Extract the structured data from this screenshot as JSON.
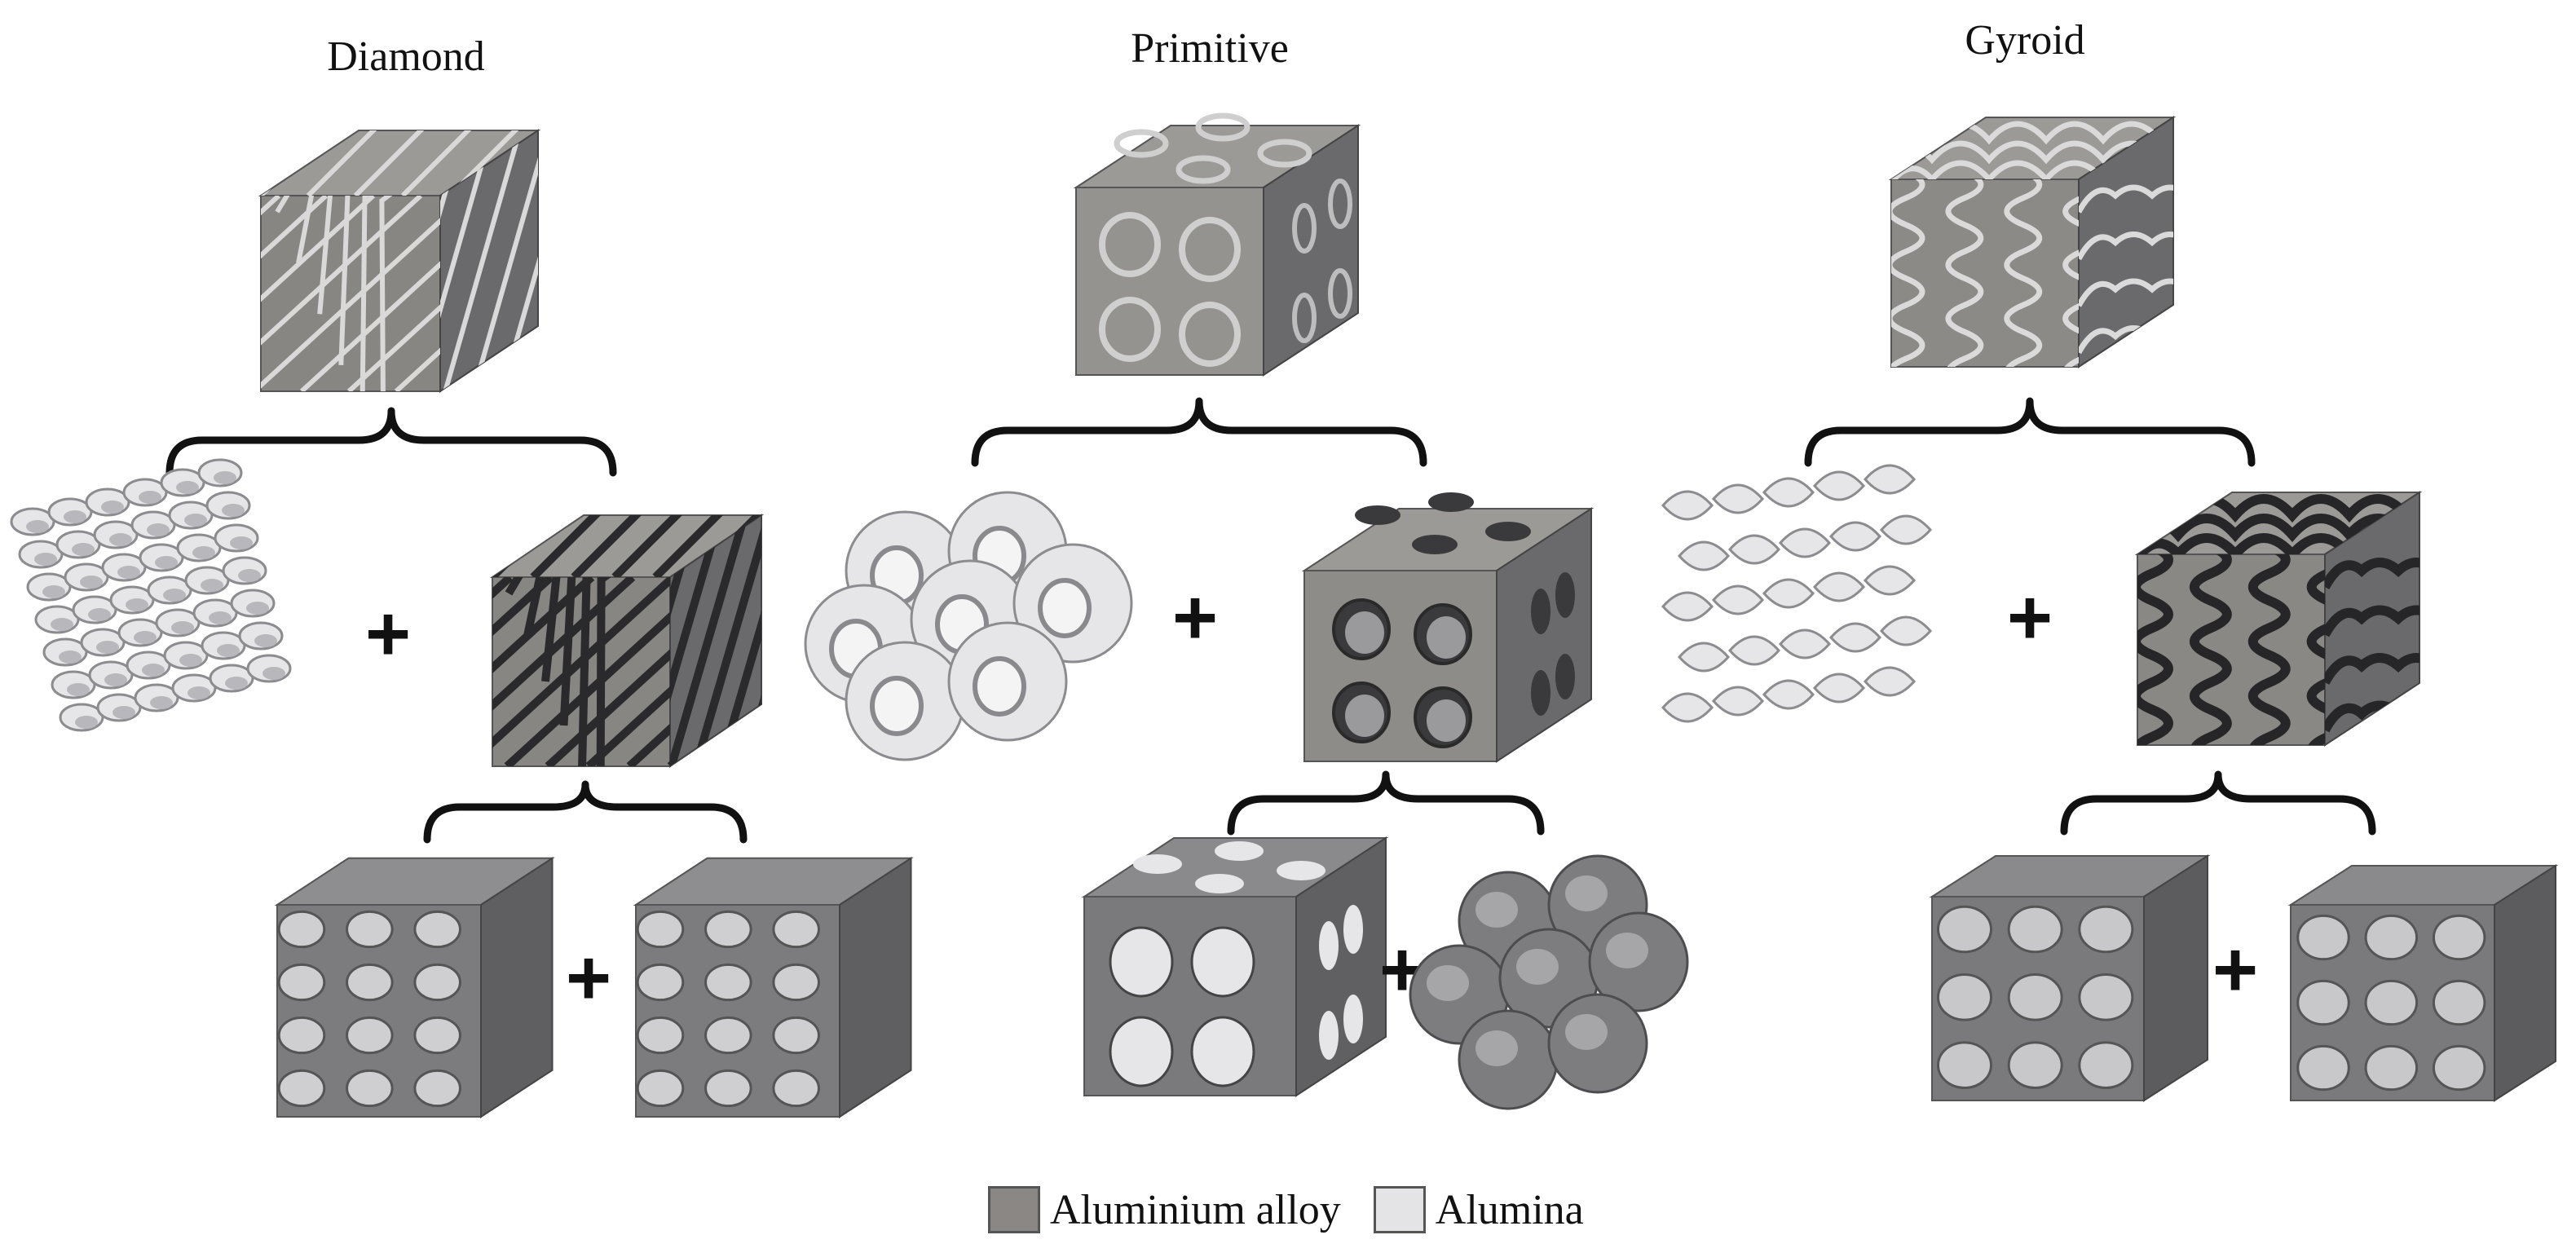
{
  "columns": [
    {
      "title": "Diamond"
    },
    {
      "title": "Primitive"
    },
    {
      "title": "Gyroid"
    }
  ],
  "plus_sign": "+",
  "legend": [
    {
      "label": "Aluminium alloy",
      "color": "#8a8784"
    },
    {
      "label": "Alumina",
      "color": "#e4e4e6"
    }
  ],
  "colors": {
    "metal_top": "#9c9a97",
    "metal_front": "#888683",
    "metal_side": "#6a6a6c",
    "ceramic_light": "#e6e6e8",
    "ceramic_mid": "#b8b8bc",
    "ceramic_dark": "#8c8c90",
    "stroke": "#111111"
  }
}
